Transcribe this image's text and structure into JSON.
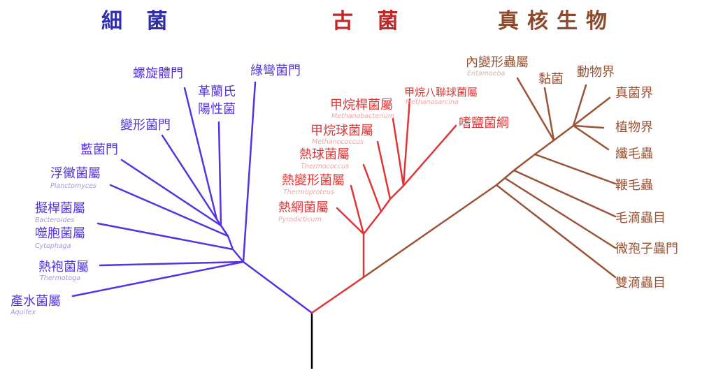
{
  "headers": {
    "bacteria": "細 菌",
    "archaea": "古 菌",
    "eukaryota": "真核生物"
  },
  "colors": {
    "root": "#000000",
    "bacteria": "#5533e0",
    "bacteria_sub": "#a099d8",
    "archaea": "#e03535",
    "archaea_sub": "#eea7a7",
    "eukaryota": "#9b5336",
    "eukaryota_sub": "#d6b3a3",
    "header_bacteria": "#2f2ea8",
    "header_archaea": "#c02828",
    "header_eukaryota": "#8b4a2e"
  },
  "bacteria": [
    {
      "label": "螺旋體門"
    },
    {
      "label": "綠彎菌門"
    },
    {
      "label": "革蘭氏"
    },
    {
      "label": "陽性菌"
    },
    {
      "label": "變形菌門"
    },
    {
      "label": "藍菌門"
    },
    {
      "label": "浮黴菌屬",
      "sub": "Planctomyces"
    },
    {
      "label": "擬桿菌屬",
      "sub": "Bacteroides"
    },
    {
      "label": "噬胞菌屬",
      "sub": "Cytophaga"
    },
    {
      "label": "熱袍菌屬",
      "sub": "Thermotoga"
    },
    {
      "label": "產水菌屬",
      "sub": "Aquifex"
    }
  ],
  "archaea": [
    {
      "label": "甲烷八聯球菌屬",
      "sub": "Methanosarcina"
    },
    {
      "label": "甲烷桿菌屬",
      "sub": "Methanobacterium"
    },
    {
      "label": "嗜鹽菌綱"
    },
    {
      "label": "甲烷球菌屬",
      "sub": "Methanococcus"
    },
    {
      "label": "熱球菌屬",
      "sub": "Thermococcus"
    },
    {
      "label": "熱變形菌屬",
      "sub": "Thermoproteus"
    },
    {
      "label": "熱網菌屬",
      "sub": "Pyrodicticum"
    }
  ],
  "eukaryota": [
    {
      "label": "內變形蟲屬",
      "sub": "Entamoeba"
    },
    {
      "label": "黏菌"
    },
    {
      "label": "動物界"
    },
    {
      "label": "真菌界"
    },
    {
      "label": "植物界"
    },
    {
      "label": "纖毛蟲"
    },
    {
      "label": "鞭毛蟲"
    },
    {
      "label": "毛滴蟲目"
    },
    {
      "label": "微孢子蟲門"
    },
    {
      "label": "雙滴蟲目"
    }
  ]
}
